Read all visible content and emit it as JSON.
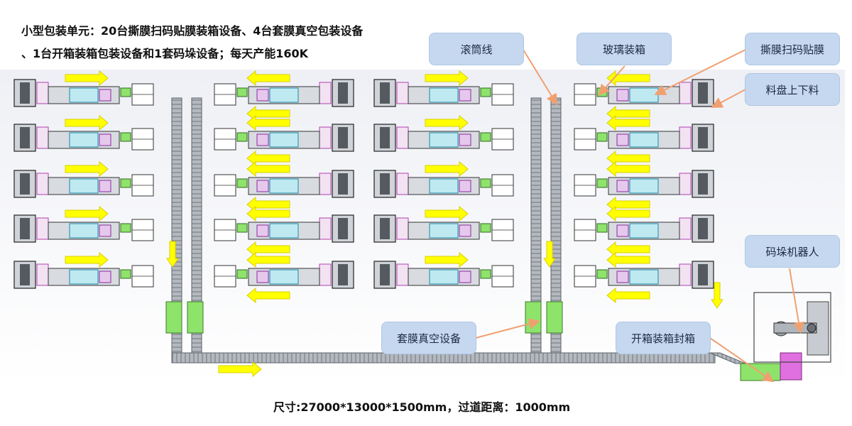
{
  "title": {
    "line1": "小型包装单元：20台撕膜扫码贴膜装箱设备、4台套膜真空包装设备",
    "line2": "、1台开箱装箱包装设备和1套码垛设备；每天产能160K"
  },
  "footer": "尺寸:27000*13000*1500mm，过道距离：1000mm",
  "callouts": {
    "roller_line": "滚筒线",
    "glass_boxing": "玻璃装箱",
    "film_peel": "撕膜扫码贴膜",
    "tray_loading": "料盘上下料",
    "stacking_robot": "码垛机器人",
    "vacuum_pack": "套膜真空设备",
    "case_open_seal": "开箱装箱封箱"
  },
  "colors": {
    "callout_fill": "#c6d8ef",
    "leader": "#f0a070",
    "arrow": "#ffff00",
    "green_unit": "#8ee36b",
    "pink_unit": "#e070e0",
    "conveyor": "#9aa0a6"
  },
  "layout_info": {
    "machine_rows": 5,
    "machine_columns": 4,
    "vacuum_units": 4,
    "case_packer_units": 1,
    "palletizer_units": 1
  }
}
